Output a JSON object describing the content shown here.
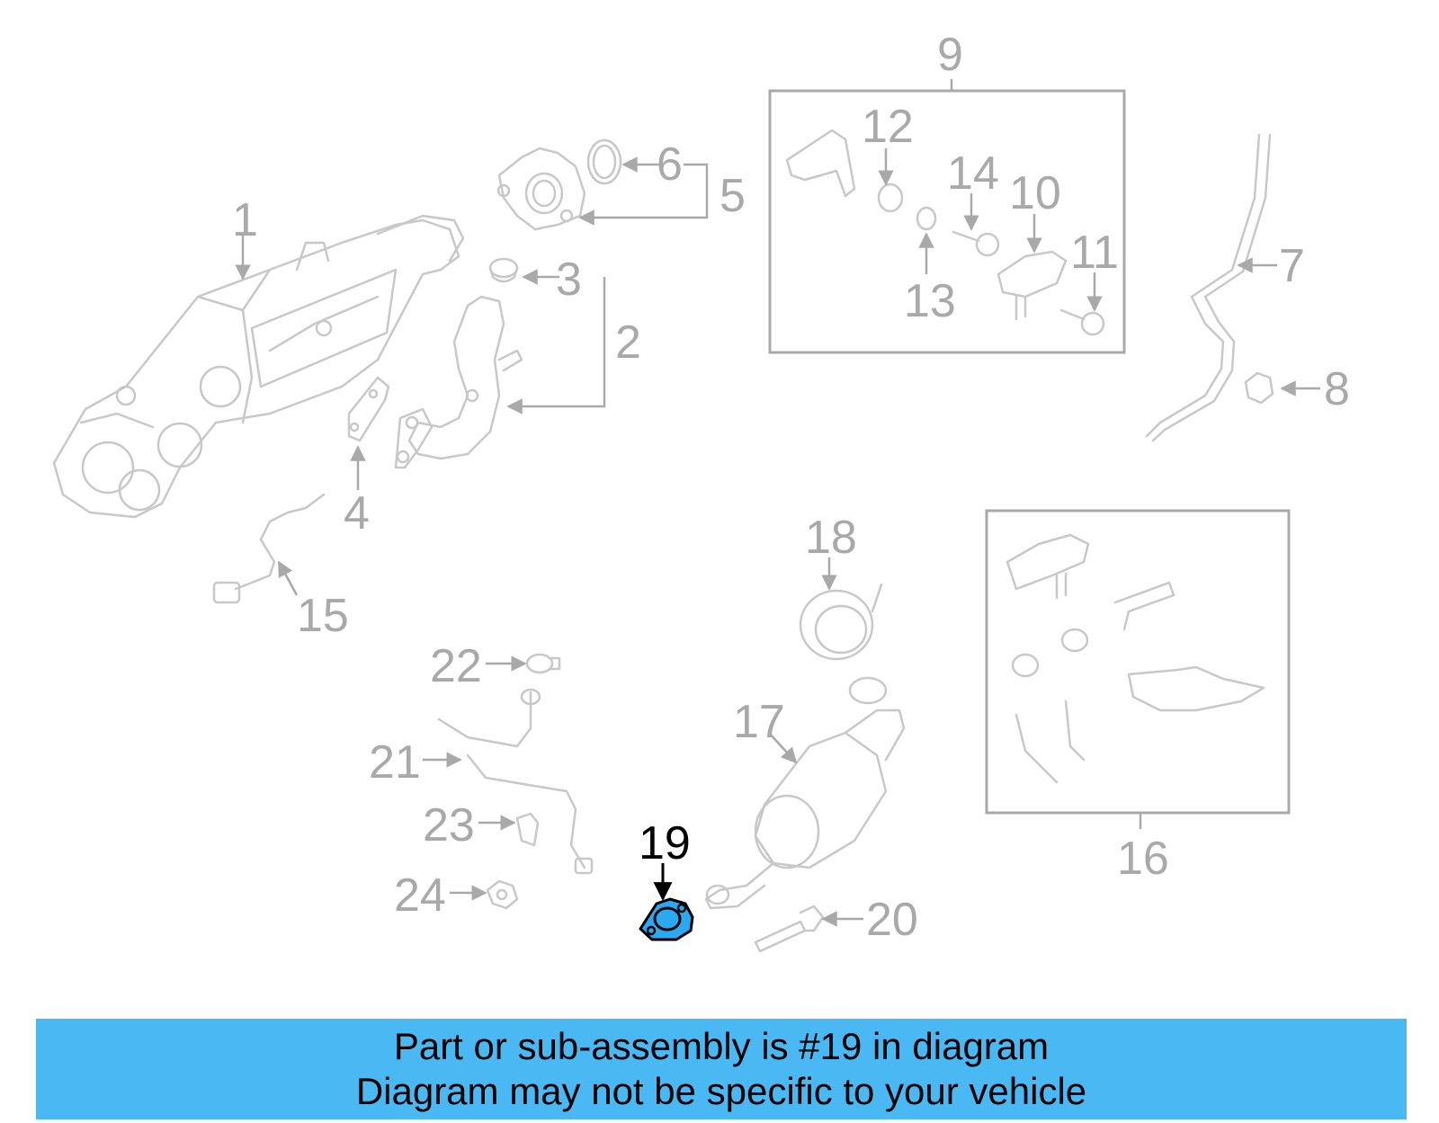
{
  "diagram": {
    "highlighted_part": "19",
    "callouts": [
      "1",
      "2",
      "3",
      "4",
      "5",
      "6",
      "7",
      "8",
      "9",
      "10",
      "11",
      "12",
      "13",
      "14",
      "15",
      "16",
      "17",
      "18",
      "19",
      "20",
      "21",
      "22",
      "23",
      "24"
    ]
  },
  "banner": {
    "line1": "Part or sub-assembly is #19 in diagram",
    "line2": "Diagram may not be specific to your vehicle"
  },
  "colors": {
    "banner_bg": "#4ab8f2",
    "highlight": "#2aa8f0",
    "line_gray": "#c8c8c8",
    "label_gray": "#a9a9a9"
  }
}
